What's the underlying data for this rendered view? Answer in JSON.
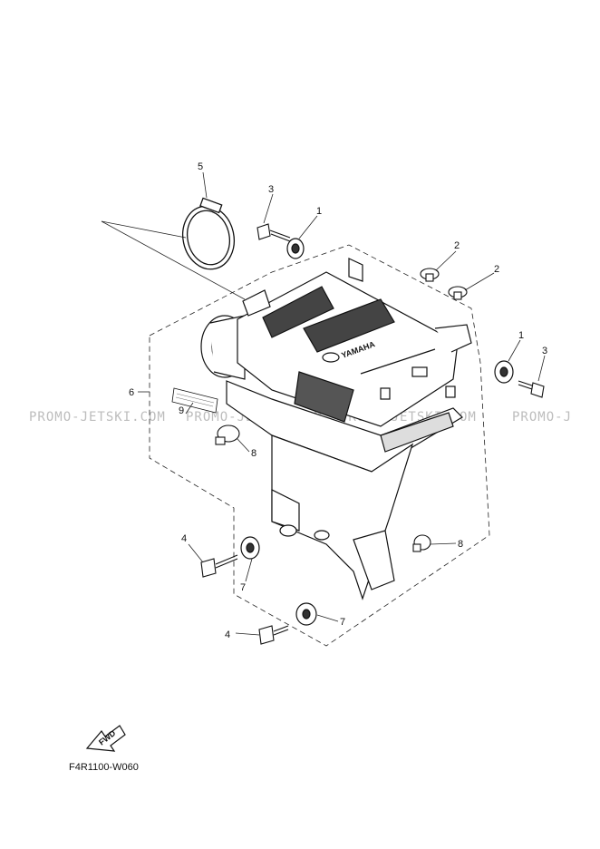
{
  "diagram": {
    "part_code": "F4R1100-W060",
    "fwd_label": "FWD",
    "brand_label": "YAMAHA",
    "watermark": "PROMO-JETSKI.COM",
    "watermark_tail": "PROMO-J",
    "callouts": [
      "5",
      "3",
      "1",
      "2",
      "2",
      "1",
      "3",
      "6",
      "9",
      "8",
      "4",
      "7",
      "8",
      "4",
      "7"
    ]
  }
}
